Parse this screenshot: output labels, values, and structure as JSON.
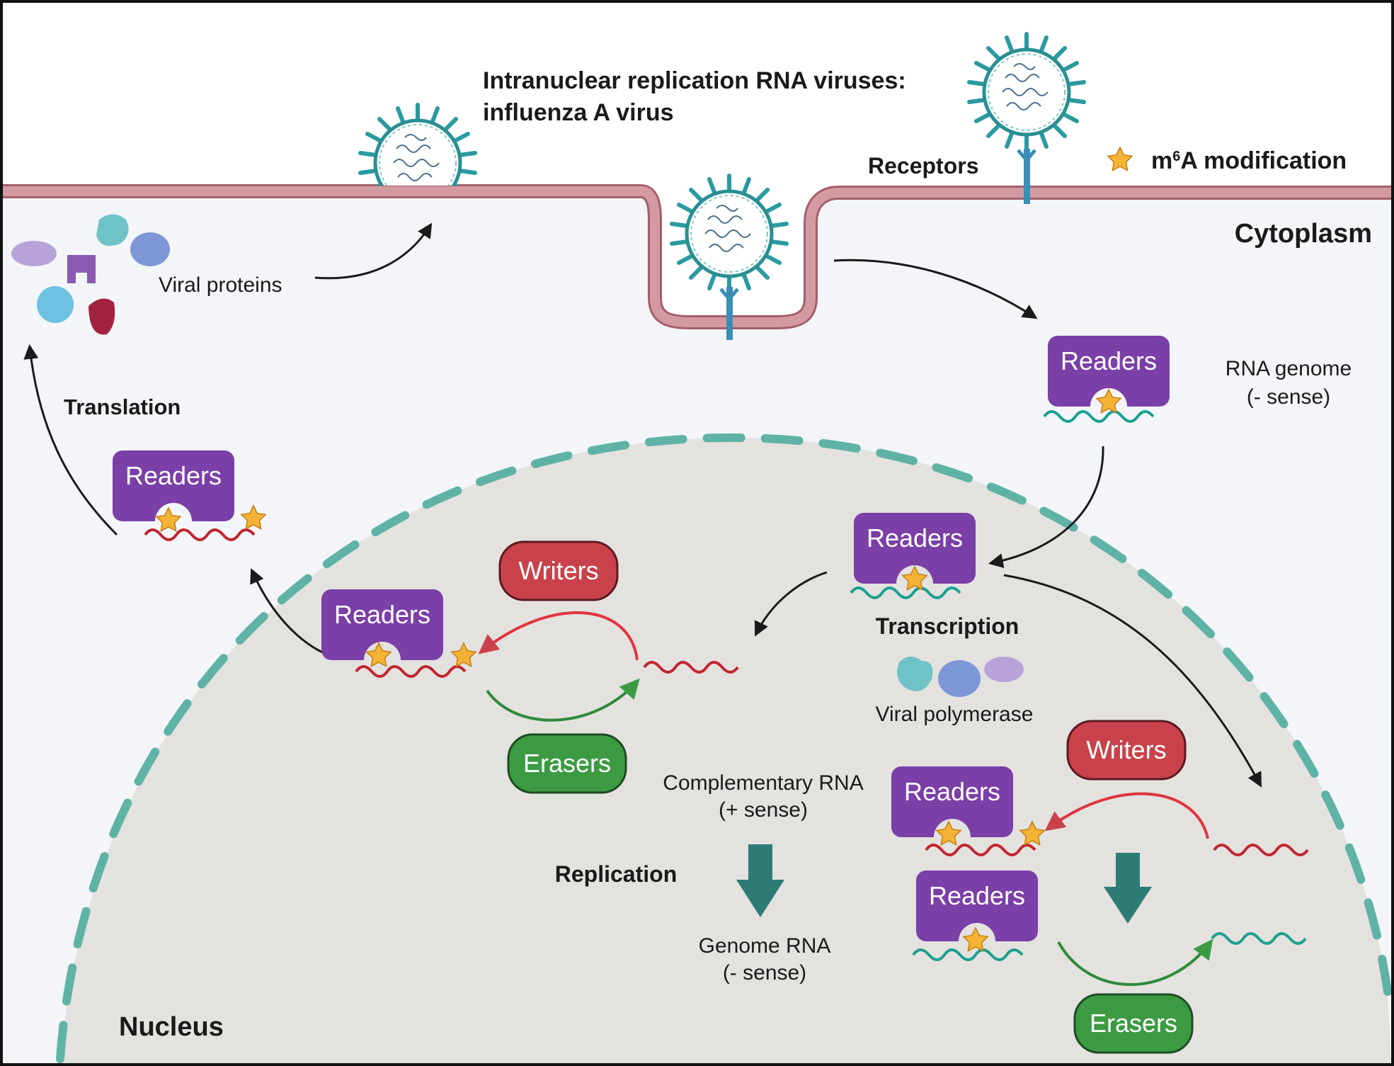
{
  "title": {
    "line1": "Intranuclear replication RNA viruses:",
    "line2": "influenza A virus"
  },
  "legend": {
    "m6a_prefix": "m",
    "m6a_superscript": "6",
    "m6a_suffix": "A modification"
  },
  "labels": {
    "receptors": "Receptors",
    "cytoplasm": "Cytoplasm",
    "nucleus": "Nucleus",
    "viral_proteins": "Viral proteins",
    "translation": "Translation",
    "rna_genome_1": "RNA genome",
    "rna_genome_2": "(- sense)",
    "transcription": "Transcription",
    "viral_polymerase": "Viral polymerase",
    "complementary_rna_1": "Complementary RNA",
    "complementary_rna_2": "(+ sense)",
    "replication": "Replication",
    "genome_rna_1": "Genome RNA",
    "genome_rna_2": "(- sense)"
  },
  "boxes": {
    "readers": "Readers",
    "writers": "Writers",
    "erasers": "Erasers"
  },
  "colors": {
    "membrane": "#d39aa1",
    "readers": "#7b3fa8",
    "writers": "#c9424b",
    "erasers": "#3c9a43",
    "star": "#f5b335",
    "nucleus": "#e4e2df",
    "envelope_dash": "#5fb3a6",
    "teal_arrow": "#2e7b76",
    "rna_red": "#c0262f",
    "rna_teal": "#1ba08f"
  }
}
